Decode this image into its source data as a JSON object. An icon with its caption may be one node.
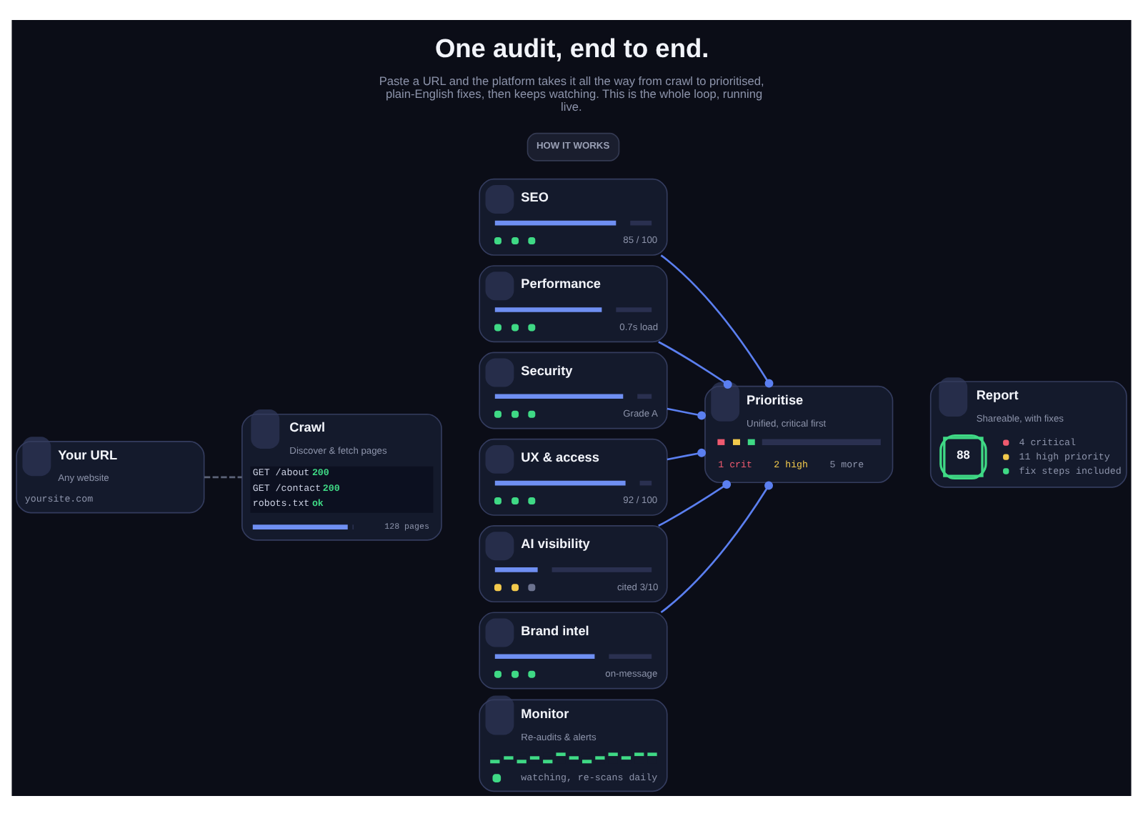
{
  "diagram": {
    "title": "One audit, end to end.",
    "caption": "Paste a URL and the platform takes it all the way from crawl to prioritised, plain-English fixes, then keeps watching. This is the whole loop, running live.",
    "nodes": [
      {
        "text": [
          "Your URL",
          "Any website",
          "yoursite.com"
        ]
      },
      {
        "text": [
          "Crawl",
          "Discover & fetch pages",
          "GET /about 200",
          "GET /contact 200",
          "robots.txt ok",
          "128 pages"
        ]
      },
      {
        "text": [
          "SEO",
          "85 / 100"
        ]
      },
      {
        "text": [
          "Performance",
          "0.7s load"
        ]
      },
      {
        "text": [
          "Security",
          "Grade A"
        ]
      },
      {
        "text": [
          "UX & access",
          "92 / 100"
        ]
      },
      {
        "text": [
          "AI visibility",
          "cited 3/10"
        ]
      },
      {
        "text": [
          "Brand intel",
          "on-message"
        ]
      },
      {
        "text": [
          "Prioritise",
          "Unified, critical first",
          "1 crit",
          "2 high",
          "5 more"
        ]
      },
      {
        "text": [
          "Report",
          "Shareable, with fixes",
          "88",
          "4 critical",
          "11 high priority",
          "fix steps included"
        ]
      },
      {
        "text": [
          "Monitor",
          "Re-audits & alerts",
          "watching, re-scans daily"
        ]
      }
    ],
    "edges": [
      {
        "from": 0,
        "to": 1,
        "arrow": "none",
        "style": "dashed",
        "color": "#5c6378"
      },
      {
        "from": 2,
        "to": 8,
        "arrow": "other"
      },
      {
        "from": 3,
        "to": 8,
        "arrow": "other"
      },
      {
        "from": 4,
        "to": 8,
        "arrow": "other"
      },
      {
        "from": 5,
        "to": 8,
        "arrow": "other"
      },
      {
        "from": 6,
        "to": 8,
        "arrow": "other"
      },
      {
        "from": 7,
        "to": 8,
        "arrow": "other"
      }
    ],
    "labels": [
      "HOW IT WORKS"
    ]
  }
}
